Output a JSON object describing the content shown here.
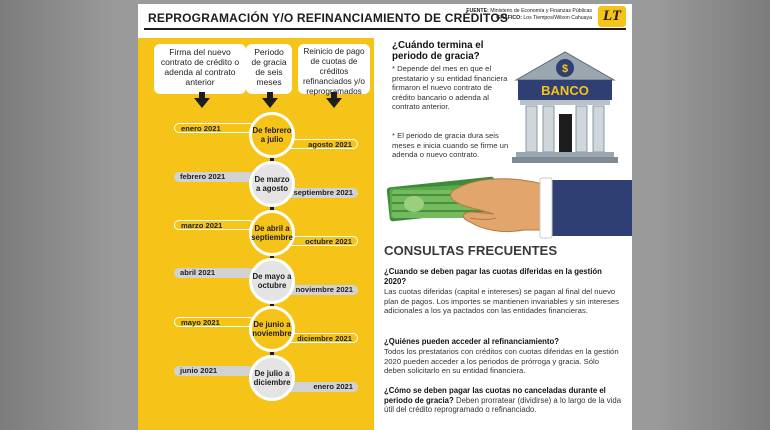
{
  "header": {
    "title": "REPROGRAMACIÓN Y/O REFINANCIAMIENTO DE CRÉDITOS",
    "source_label": "FUENTE:",
    "source_value": "Ministerio de Economía y Finanzas Públicas",
    "graphic_label": "GRÁFICO:",
    "graphic_value": "Los Tiempos/Wilson Cahuaya",
    "logo_text": "LT"
  },
  "timeline": {
    "columns": [
      "Firma del nuevo contrato de crédito o adenda al contrato anterior",
      "Periodo de gracia de seis meses",
      "Reinicio de pago de cuotas de créditos refinanciados y/o reprogramados"
    ],
    "rows": [
      {
        "start": "enero 2021",
        "period": "De febrero a julio",
        "restart": "agosto 2021"
      },
      {
        "start": "febrero 2021",
        "period": "De marzo a agosto",
        "restart": "septiembre 2021"
      },
      {
        "start": "marzo 2021",
        "period": "De abril a septiembre",
        "restart": "octubre 2021"
      },
      {
        "start": "abril 2021",
        "period": "De mayo a octubre",
        "restart": "noviembre 2021"
      },
      {
        "start": "mayo 2021",
        "period": "De junio a noviembre",
        "restart": "diciembre 2021"
      },
      {
        "start": "junio 2021",
        "period": "De julio a diciembre",
        "restart": "enero 2021"
      }
    ]
  },
  "grace": {
    "question": "¿Cuándo termina el periodo de gracia?",
    "bullet1": "* Depende del mes en que el prestatario y su entidad financiera firmaron el nuevo contrato de crédito bancario o adenda al contrato anterior.",
    "bullet2": "* El periodo de gracia dura seis meses e inicia cuando se firme un adenda o nuevo contrato.",
    "bank_sign": "BANCO",
    "bank_emblem": "$"
  },
  "faq": {
    "heading": "CONSULTAS FRECUENTES",
    "q1": "¿Cuando se deben pagar las cuotas diferidas en la gestión 2020?",
    "a1": "Las cuotas diferidas (capital e intereses) se pagan al final del nuevo plan de pagos. Los importes se mantienen invariables y sin intereses adicionales a los ya pactados con las entidades financieras.",
    "q2": "¿Quiénes pueden acceder al refinanciamiento?",
    "a2": "Todos los prestatarios con créditos con cuotas diferidas en la gestión 2020 pueden acceder a los periodos de prórroga y gracia. Sólo deben solicitarlo en su entidad financiera.",
    "q3": "¿Cómo se deben pagar las cuotas no canceladas durante el periodo de gracia?",
    "a3": "Deben prorratear (dividirse) a lo largo de la vida útil del crédito reprogramado o refinanciado."
  },
  "colors": {
    "accent": "#f6c419",
    "dark": "#1d1d1d",
    "money": "#3f8a3a",
    "sleeve": "#2f3e73"
  }
}
